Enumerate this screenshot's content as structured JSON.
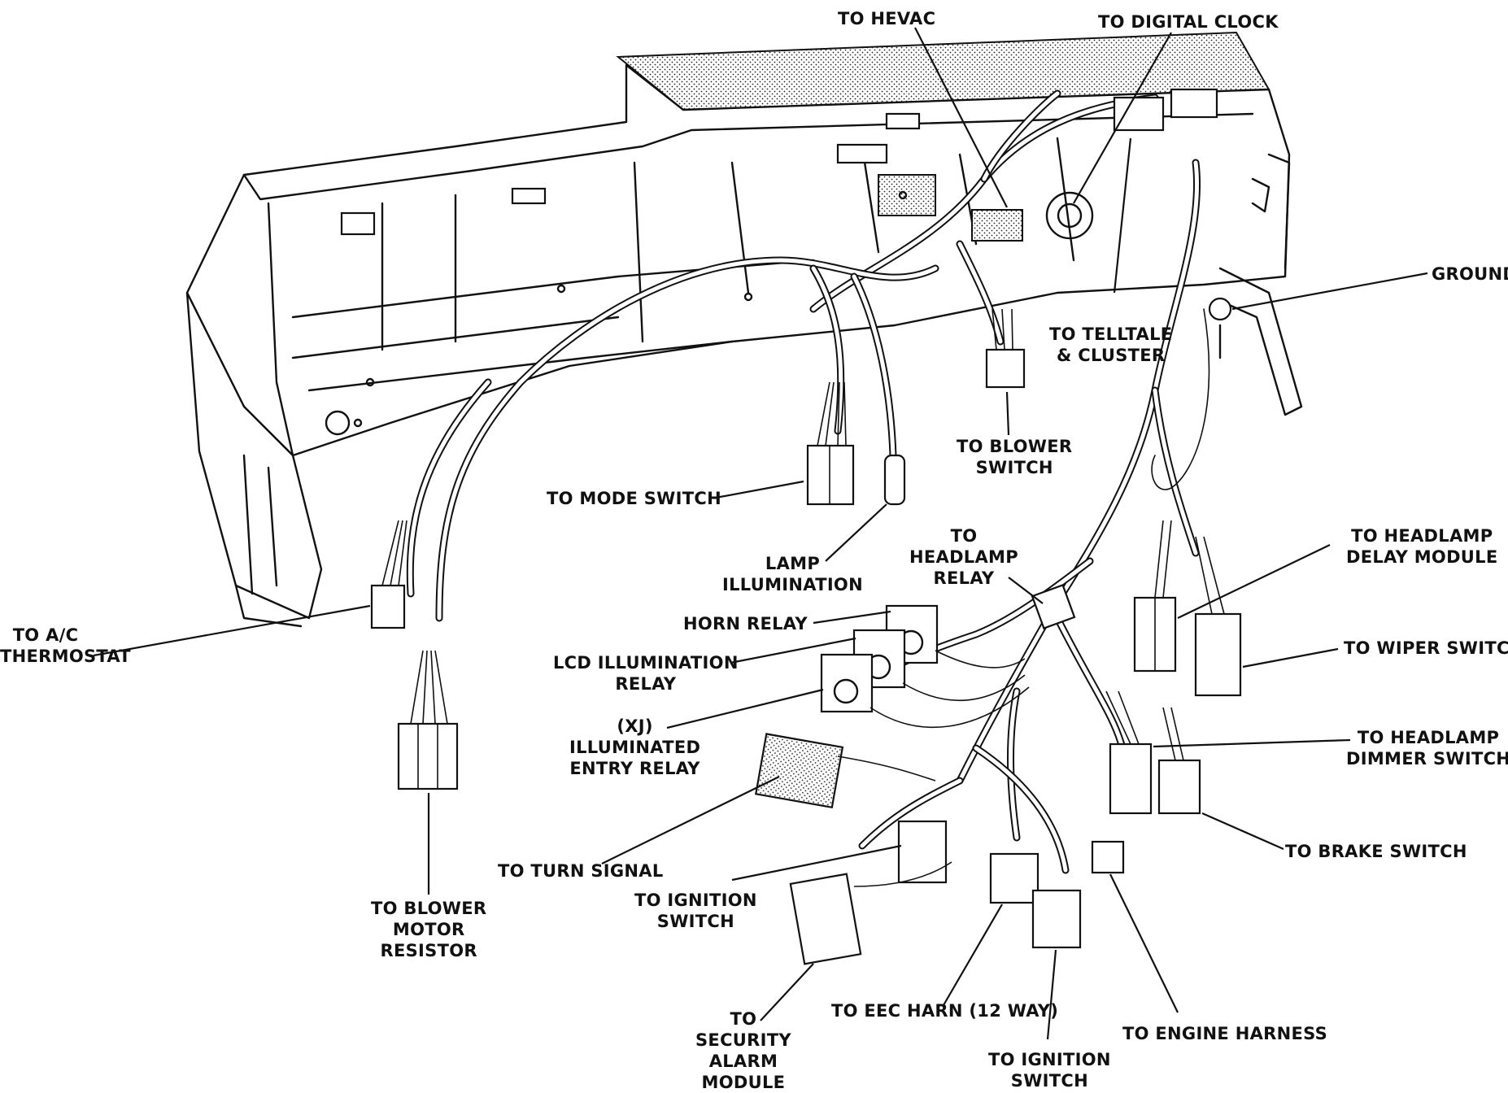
{
  "callouts": {
    "to_hevac": [
      "TO HEVAC"
    ],
    "to_digital_clock": [
      "TO DIGITAL CLOCK"
    ],
    "ground": [
      "GROUND"
    ],
    "to_telltale_cluster": [
      "TO TELLTALE",
      "& CLUSTER"
    ],
    "to_blower_switch": [
      "TO BLOWER",
      "SWITCH"
    ],
    "to_mode_switch": [
      "TO MODE SWITCH"
    ],
    "lamp_illumination": [
      "LAMP",
      "ILLUMINATION"
    ],
    "to_headlamp_relay": [
      "TO",
      "HEADLAMP",
      "RELAY"
    ],
    "to_headlamp_delay_module": [
      "TO HEADLAMP",
      "DELAY MODULE"
    ],
    "horn_relay": [
      "HORN RELAY"
    ],
    "to_wiper_switch": [
      "TO WIPER SWITCH"
    ],
    "lcd_illumination_relay": [
      "LCD ILLUMINATION",
      "RELAY"
    ],
    "to_ac_thermostat": [
      "TO A/C",
      "THERMOSTAT"
    ],
    "xj_illuminated_entry_relay": [
      "(XJ)",
      "ILLUMINATED",
      "ENTRY RELAY"
    ],
    "to_headlamp_dimmer_switch": [
      "TO HEADLAMP",
      "DIMMER SWITCH"
    ],
    "to_brake_switch": [
      "TO BRAKE SWITCH"
    ],
    "to_turn_signal": [
      "TO TURN SIGNAL"
    ],
    "to_ignition_switch_upper": [
      "TO IGNITION",
      "SWITCH"
    ],
    "to_blower_motor_resistor": [
      "TO BLOWER",
      "MOTOR",
      "RESISTOR"
    ],
    "to_eec_harn": [
      "TO EEC HARN (12 WAY)"
    ],
    "to_engine_harness": [
      "TO ENGINE HARNESS"
    ],
    "to_security_alarm_module": [
      "TO",
      "SECURITY",
      "ALARM",
      "MODULE"
    ],
    "to_ignition_switch_lower": [
      "TO IGNITION",
      "SWITCH"
    ]
  }
}
